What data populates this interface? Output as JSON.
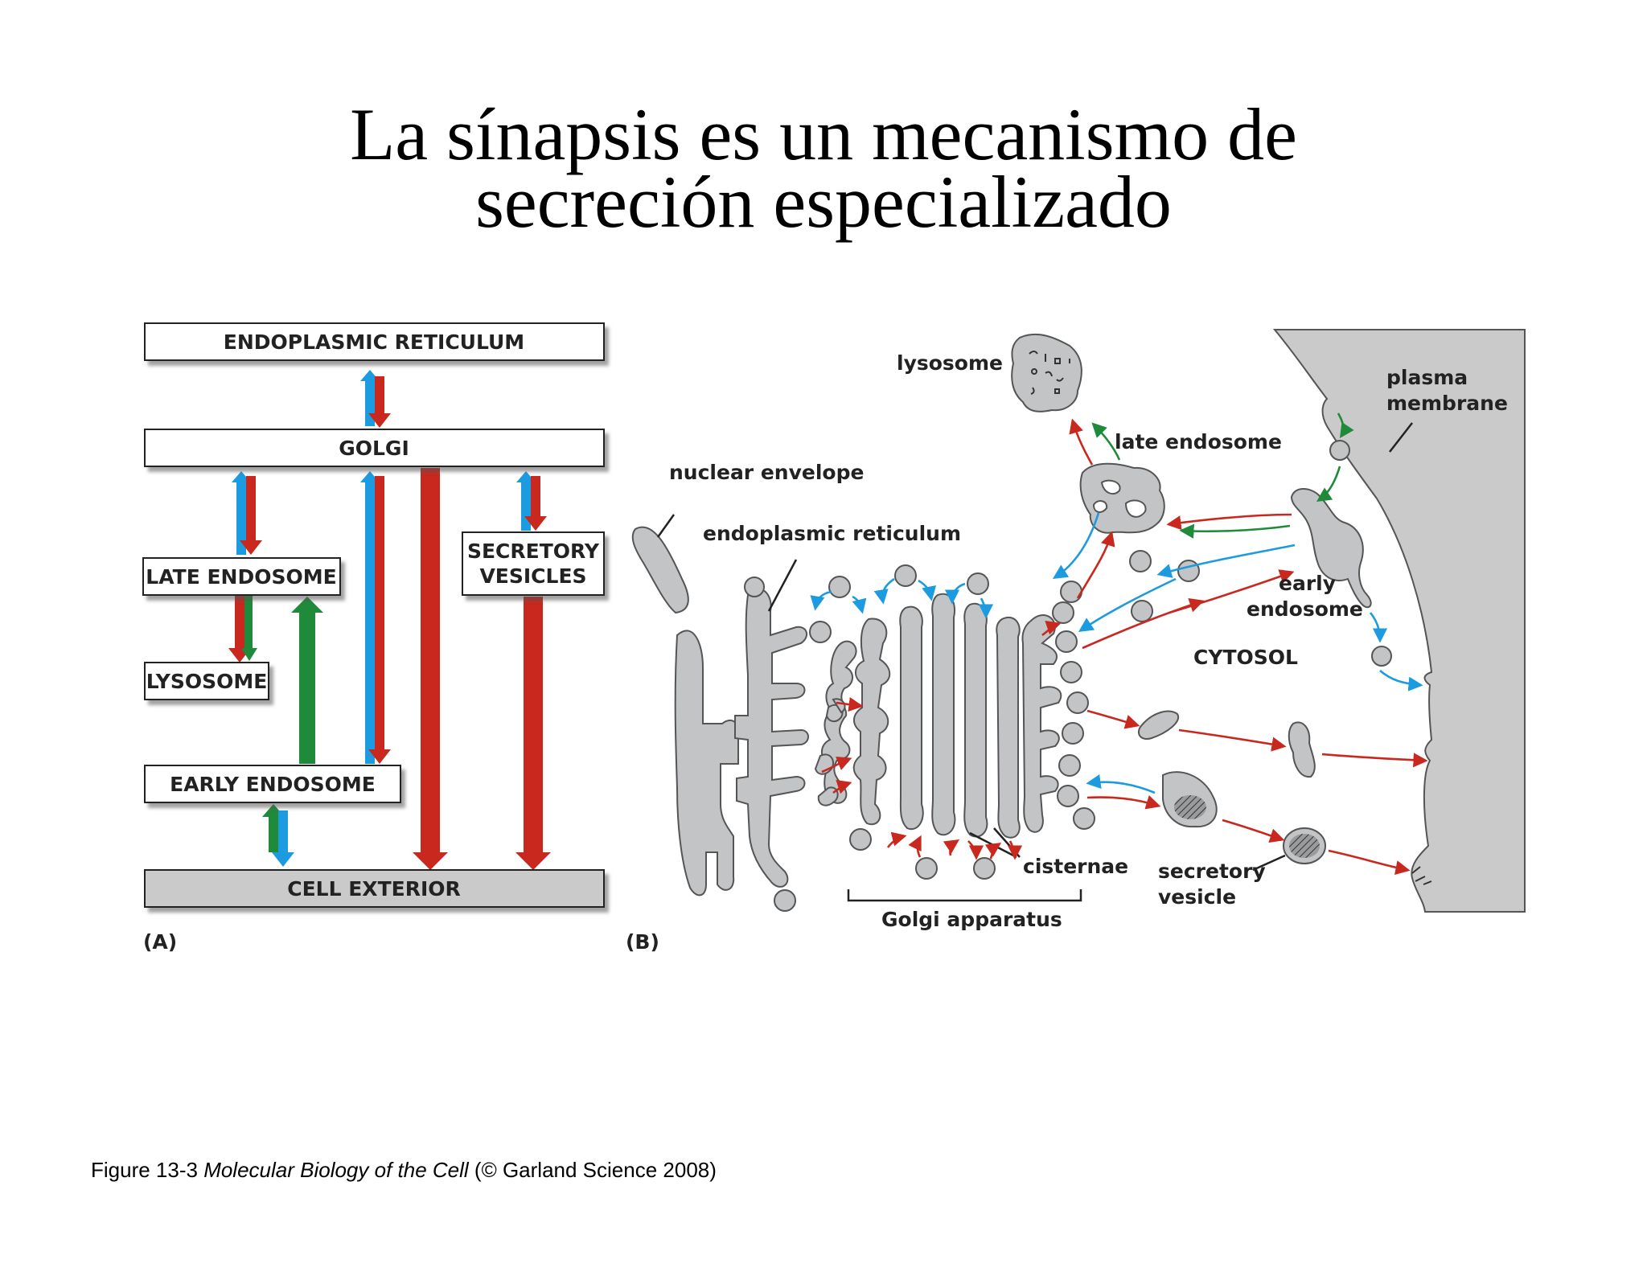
{
  "title": {
    "line1": "La sínapsis es un mecanismo de",
    "line2": "secreción especializado"
  },
  "panel_a": {
    "label": "(A)",
    "boxes": {
      "er": "ENDOPLASMIC RETICULUM",
      "golgi": "GOLGI",
      "late_endosome": "LATE ENDOSOME",
      "secretory_1": "SECRETORY",
      "secretory_2": "VESICLES",
      "lysosome": "LYSOSOME",
      "early_endosome": "EARLY ENDOSOME",
      "cell_exterior": "CELL EXTERIOR"
    }
  },
  "panel_b": {
    "label": "(B)",
    "labels": {
      "lysosome": "lysosome",
      "late_endosome": "late endosome",
      "plasma_1": "plasma",
      "plasma_2": "membrane",
      "nuclear_envelope": "nuclear envelope",
      "er": "endoplasmic reticulum",
      "early_1": "early",
      "early_2": "endosome",
      "cytosol": "CYTOSOL",
      "cisternae": "cisternae",
      "secretory_1": "secretory",
      "secretory_2": "vesicle",
      "golgi_apparatus": "Golgi apparatus"
    }
  },
  "caption": {
    "prefix": "Figure 13-3  ",
    "book": "Molecular Biology of the Cell",
    "suffix": " (© Garland Science 2008)"
  },
  "colors": {
    "red": "#c8281e",
    "blue": "#1c9be0",
    "green": "#1f8a3a",
    "organelle_gray": "#c3c4c5",
    "membrane_gray": "#c9cac9"
  }
}
